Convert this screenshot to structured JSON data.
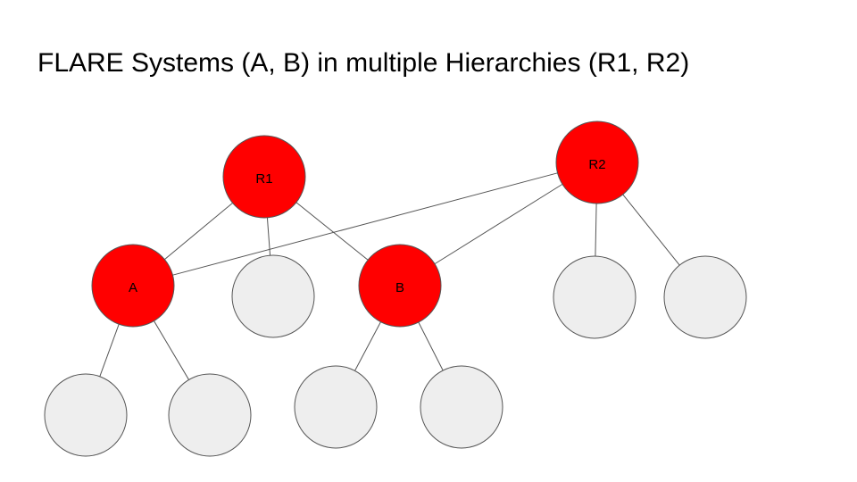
{
  "title": "FLARE Systems (A, B) in multiple Hierarchies (R1, R2)",
  "colors": {
    "highlight": "#ff0000",
    "plain": "#eeeeee",
    "stroke": "#555555",
    "edge": "#555555"
  },
  "nodes": [
    {
      "id": "R1",
      "label": "R1",
      "highlight": true
    },
    {
      "id": "R2",
      "label": "R2",
      "highlight": true
    },
    {
      "id": "A",
      "label": "A",
      "highlight": true
    },
    {
      "id": "B",
      "label": "B",
      "highlight": true
    },
    {
      "id": "R1c",
      "label": "",
      "highlight": false
    },
    {
      "id": "R2c1",
      "label": "",
      "highlight": false
    },
    {
      "id": "R2c2",
      "label": "",
      "highlight": false
    },
    {
      "id": "Ac1",
      "label": "",
      "highlight": false
    },
    {
      "id": "Ac2",
      "label": "",
      "highlight": false
    },
    {
      "id": "Bc1",
      "label": "",
      "highlight": false
    },
    {
      "id": "Bc2",
      "label": "",
      "highlight": false
    }
  ],
  "edges": [
    {
      "from": "R1",
      "to": "A"
    },
    {
      "from": "R1",
      "to": "R1c"
    },
    {
      "from": "R1",
      "to": "B"
    },
    {
      "from": "R2",
      "to": "A"
    },
    {
      "from": "R2",
      "to": "B"
    },
    {
      "from": "R2",
      "to": "R2c1"
    },
    {
      "from": "R2",
      "to": "R2c2"
    },
    {
      "from": "A",
      "to": "Ac1"
    },
    {
      "from": "A",
      "to": "Ac2"
    },
    {
      "from": "B",
      "to": "Bc1"
    },
    {
      "from": "B",
      "to": "Bc2"
    }
  ]
}
